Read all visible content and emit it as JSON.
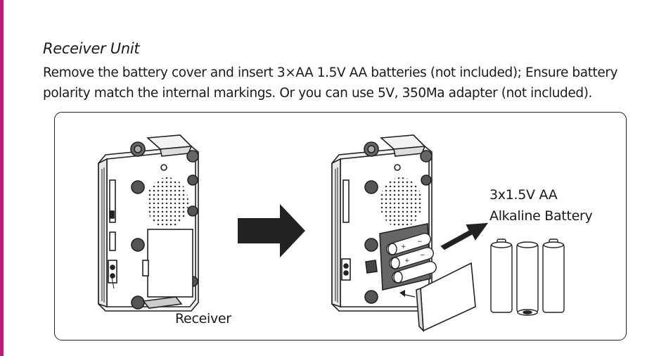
{
  "heading": "Receiver Unit",
  "paragraph": "Remove the battery cover and insert 3×AA 1.5V AA batteries (not included); Ensure battery polarity match the internal markings. Or you can use 5V, 350Ma adapter (not included).",
  "figure": {
    "receiver_label": "Receiver",
    "battery_label_line1": "3x1.5V AA",
    "battery_label_line2": "Alkaline Battery"
  },
  "colors": {
    "accent_bar": "#c0177a",
    "line": "#222222"
  }
}
